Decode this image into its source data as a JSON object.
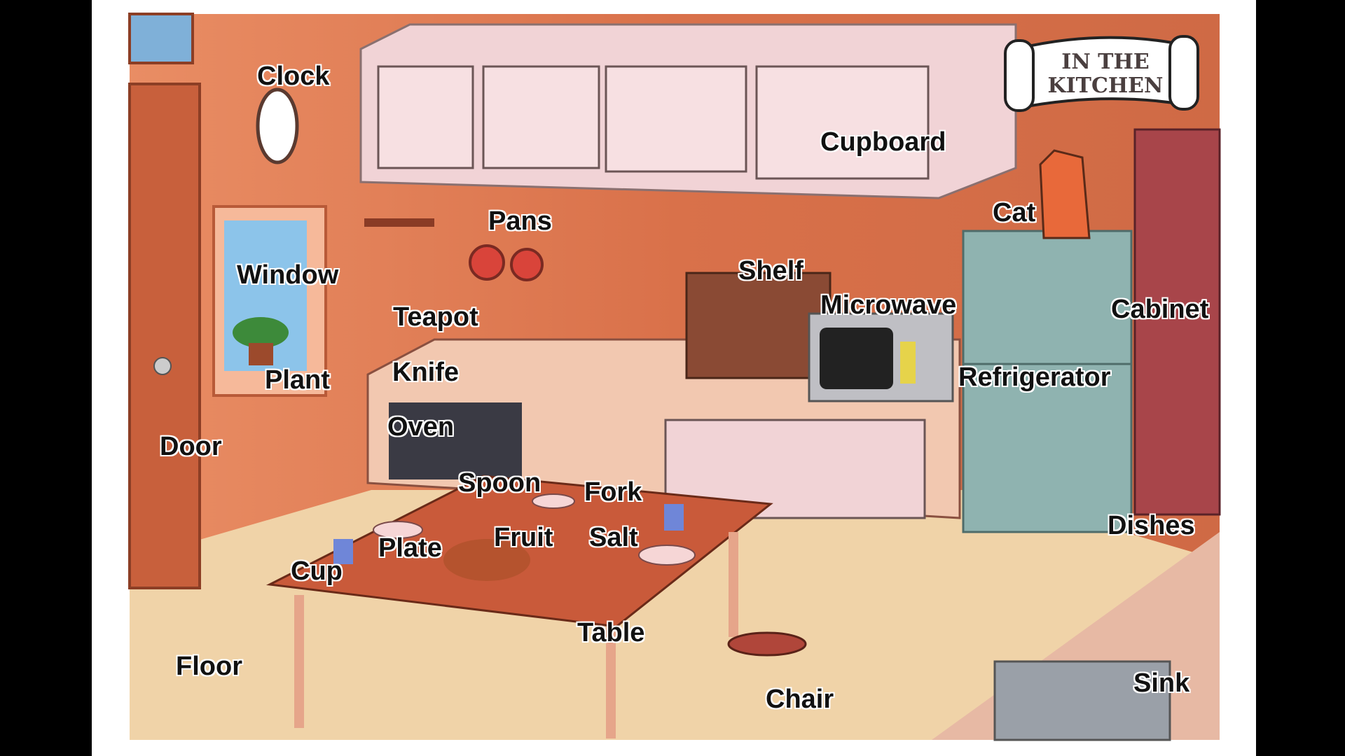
{
  "banner": {
    "line1": "IN THE",
    "line2": "KITCHEN"
  },
  "labels": {
    "clock": "Clock",
    "cupboard": "Cupboard",
    "cat": "Cat",
    "pans": "Pans",
    "window": "Window",
    "shelf": "Shelf",
    "microwave": "Microwave",
    "cabinet": "Cabinet",
    "teapot": "Teapot",
    "knife": "Knife",
    "plant": "Plant",
    "refrigerator": "Refrigerator",
    "oven": "Oven",
    "door": "Door",
    "spoon": "Spoon",
    "fork": "Fork",
    "dishes": "Dishes",
    "fruit": "Fruit",
    "salt": "Salt",
    "plate": "Plate",
    "cup": "Cup",
    "table": "Table",
    "floor": "Floor",
    "chair": "Chair",
    "sink": "Sink"
  },
  "colors": {
    "wall": "#d9714a",
    "floor": "#f0d3a8",
    "cupboard": "#f1d3d6",
    "fridge": "#8fb3b0",
    "table": "#c95a3a"
  }
}
